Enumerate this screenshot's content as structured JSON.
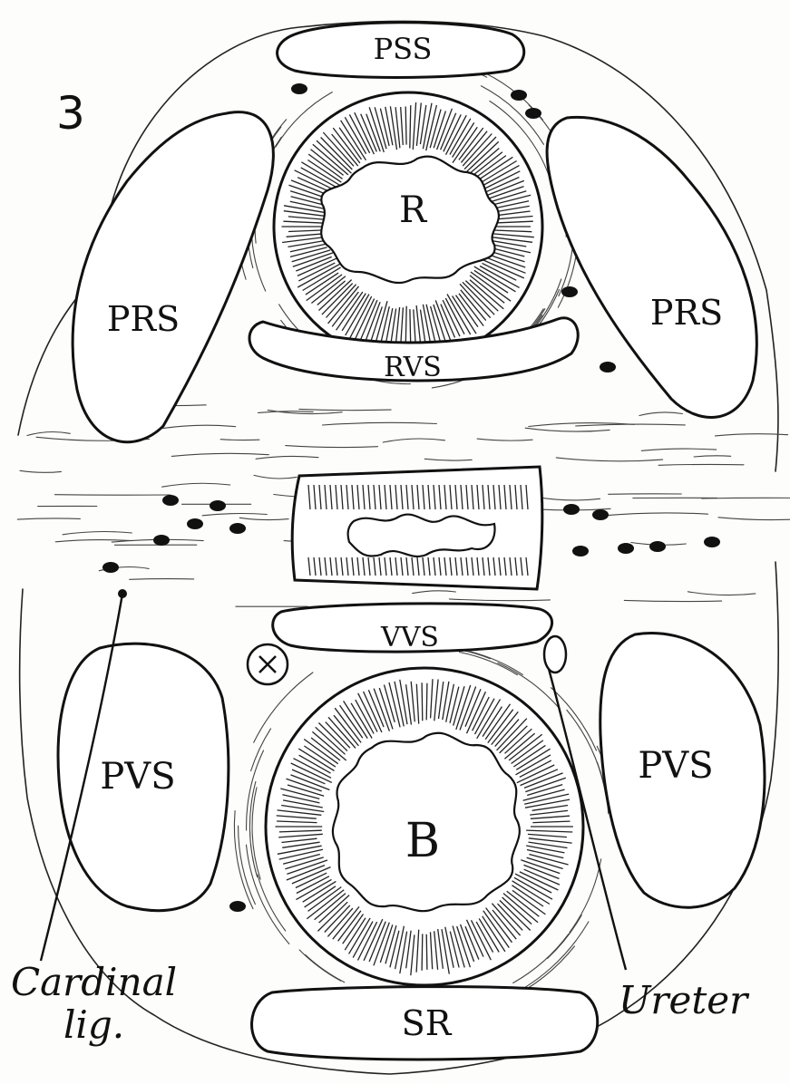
{
  "figure": {
    "number": "3"
  },
  "structures": {
    "pss": "PSS",
    "prs_left": "PRS",
    "prs_right": "PRS",
    "rectum": "R",
    "rvs": "RVS",
    "vvs": "VVS",
    "pvs_left": "PVS",
    "pvs_right": "PVS",
    "bladder": "B",
    "sr": "SR"
  },
  "annotations": {
    "cardinal_line1": "Cardinal",
    "cardinal_line2": "lig.",
    "ureter": "Ureter"
  }
}
